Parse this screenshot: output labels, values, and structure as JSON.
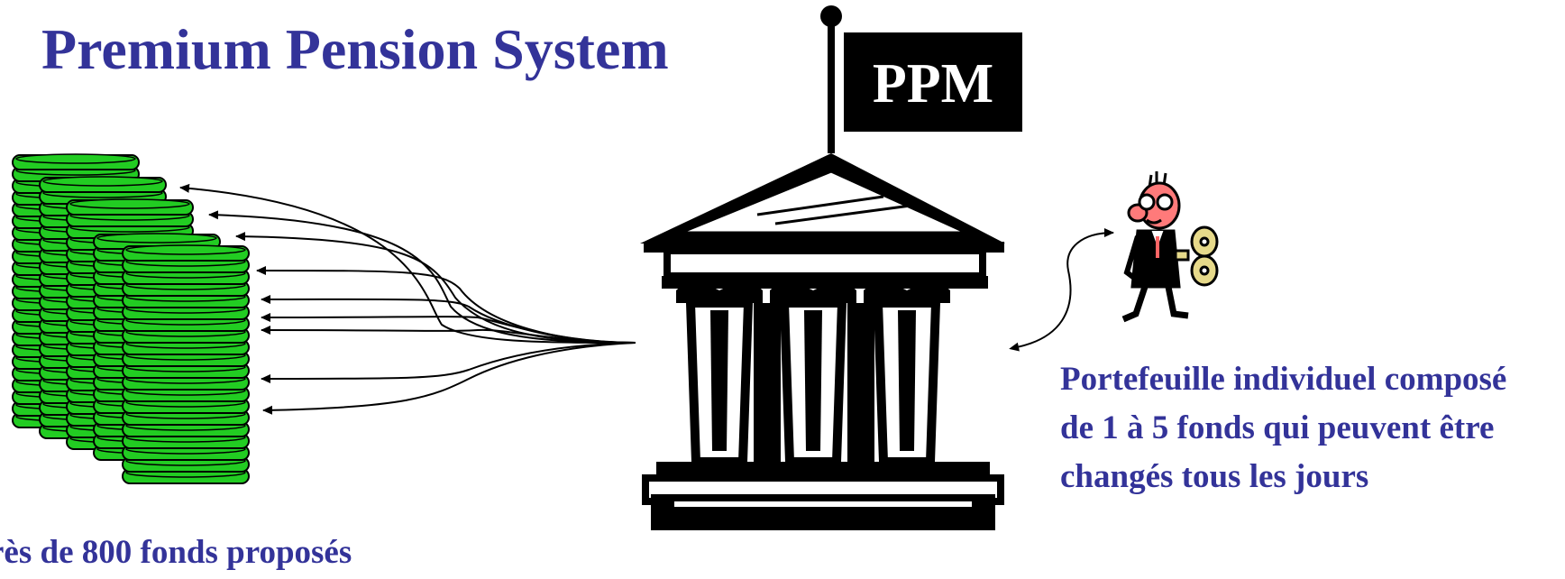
{
  "title": "Premium Pension System",
  "flag_text": "PPM",
  "funds_caption": "rès de 800 fonds proposés",
  "portfolio_caption": "Portefeuille individuel composé de 1 à 5 fonds qui peuvent être changés tous les jours",
  "icons": [
    "coin-stack-icon",
    "bank-building-icon",
    "flag-icon",
    "wind-up-man-icon"
  ],
  "colors": {
    "title": "#333399",
    "coin_fill": "#22cc22",
    "coin_stroke": "#000000",
    "flag": "#000000"
  }
}
